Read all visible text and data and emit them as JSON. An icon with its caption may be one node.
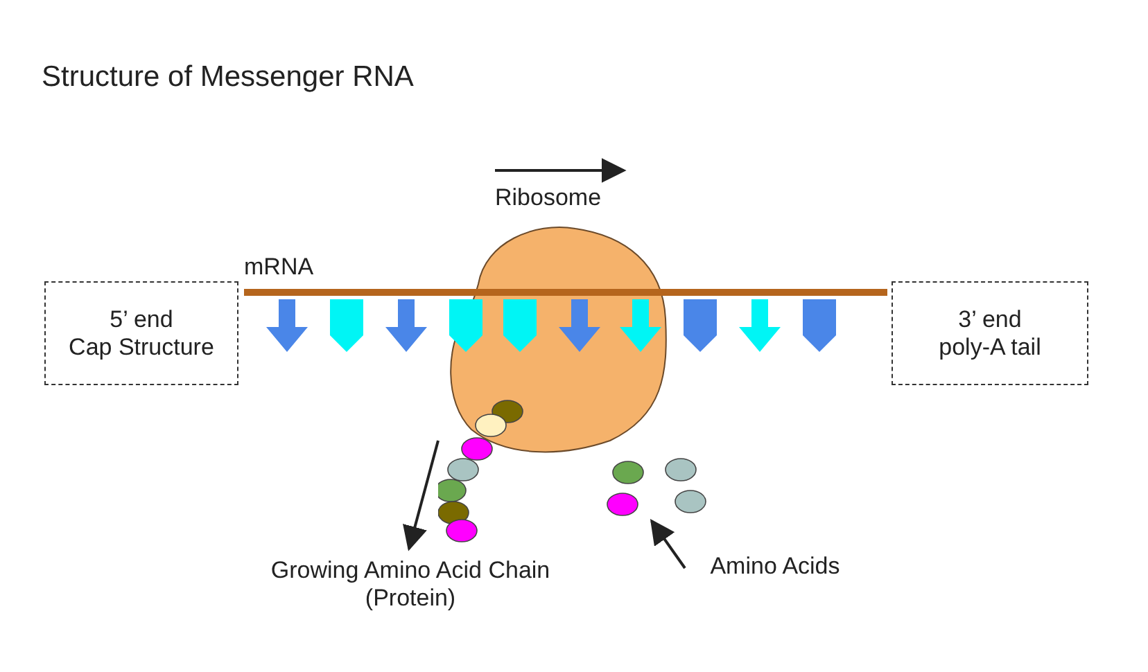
{
  "diagram": {
    "title": "Structure of Messenger RNA",
    "nodes": [
      {
        "text": [
          "5’ end",
          "Cap Structure"
        ]
      },
      {
        "text": [
          "3’ end",
          "poly-A tail"
        ]
      },
      {
        "text": [
          "Growing Amino Acid Chain (Protein)"
        ]
      },
      {
        "text": [],
        "shape": "circle"
      },
      {
        "text": [
          "Amino Acids"
        ]
      },
      {
        "text": [],
        "shape": "circle"
      }
    ],
    "edges": [
      {
        "from": 3,
        "to": 2,
        "arrow": "to"
      },
      {
        "from": 4,
        "to": 5,
        "arrow": "to"
      }
    ],
    "labels": [
      "Ribosome",
      "mRNA"
    ]
  }
}
